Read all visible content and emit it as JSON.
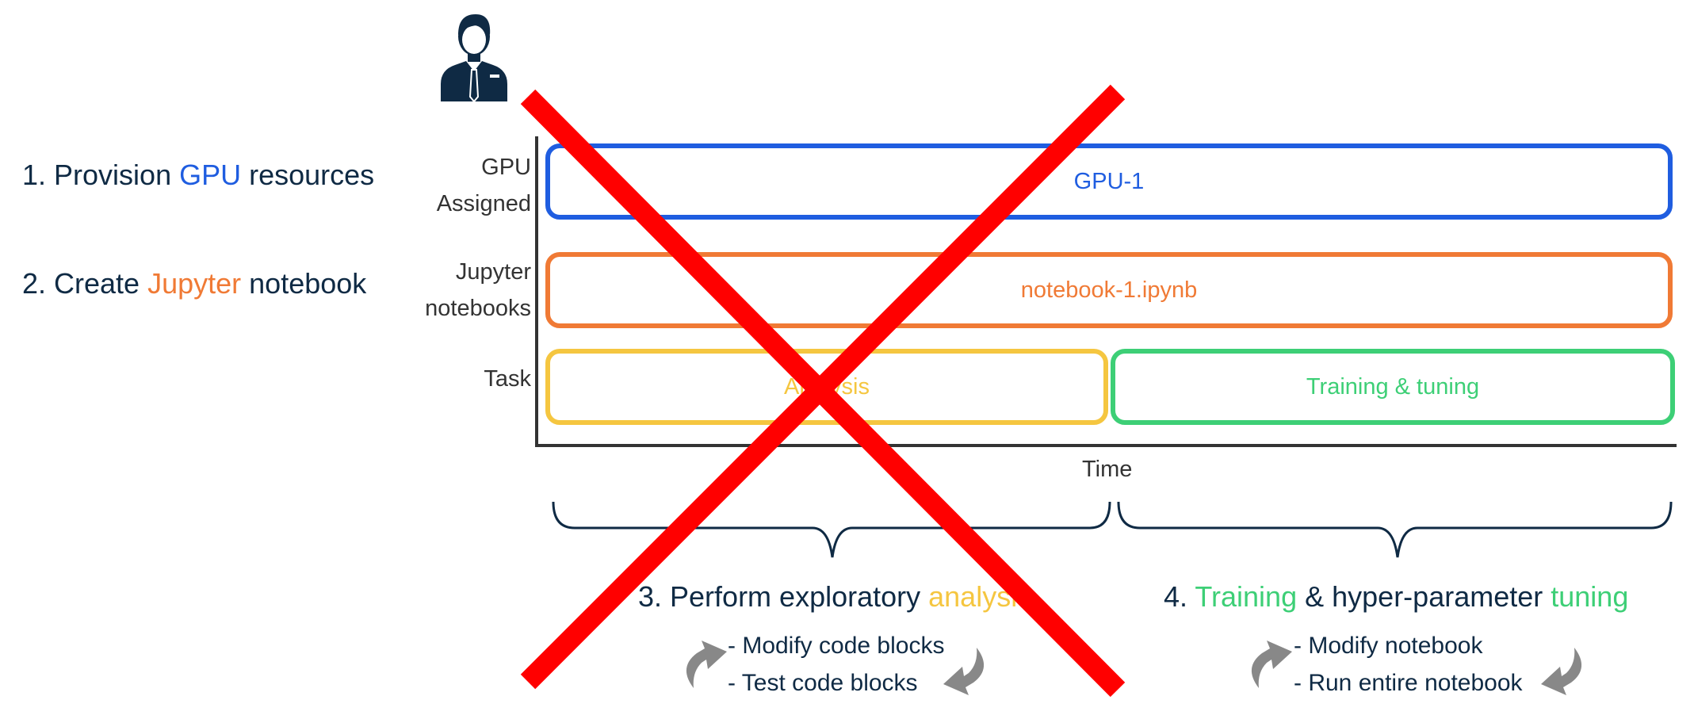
{
  "steps": {
    "s1": {
      "prefix": "1. Provision ",
      "highlight": "GPU",
      "suffix": " resources"
    },
    "s2": {
      "prefix": "2. Create ",
      "highlight": "Jupyter",
      "suffix": " notebook"
    },
    "s3": {
      "prefix": "3. Perform exploratory ",
      "highlight": "analysis"
    },
    "s4": {
      "prefix": "4. ",
      "highlight1": "Training",
      "middle": " & hyper-parameter ",
      "highlight2": "tuning"
    }
  },
  "axis": {
    "rows": {
      "gpu_line1": "GPU",
      "gpu_line2": "Assigned",
      "nb_line1": "Jupyter",
      "nb_line2": "notebooks",
      "task": "Task"
    },
    "x_label": "Time"
  },
  "lanes": {
    "gpu": "GPU-1",
    "notebook": "notebook-1.ipynb",
    "analysis": "Analysis",
    "training": "Training & tuning"
  },
  "bullets": {
    "left": [
      "- Modify code blocks",
      "- Test code blocks"
    ],
    "right": [
      "- Modify notebook",
      "- Run entire notebook"
    ]
  },
  "icons": [
    "user-icon",
    "cycle-arrow-icon",
    "cross-out-mark"
  ],
  "colors": {
    "gpu": "#1f5de0",
    "jupyter": "#f07a35",
    "analysis": "#f5c640",
    "training": "#3dcf76",
    "text": "#0f2a44",
    "cross": "#ff0000"
  }
}
